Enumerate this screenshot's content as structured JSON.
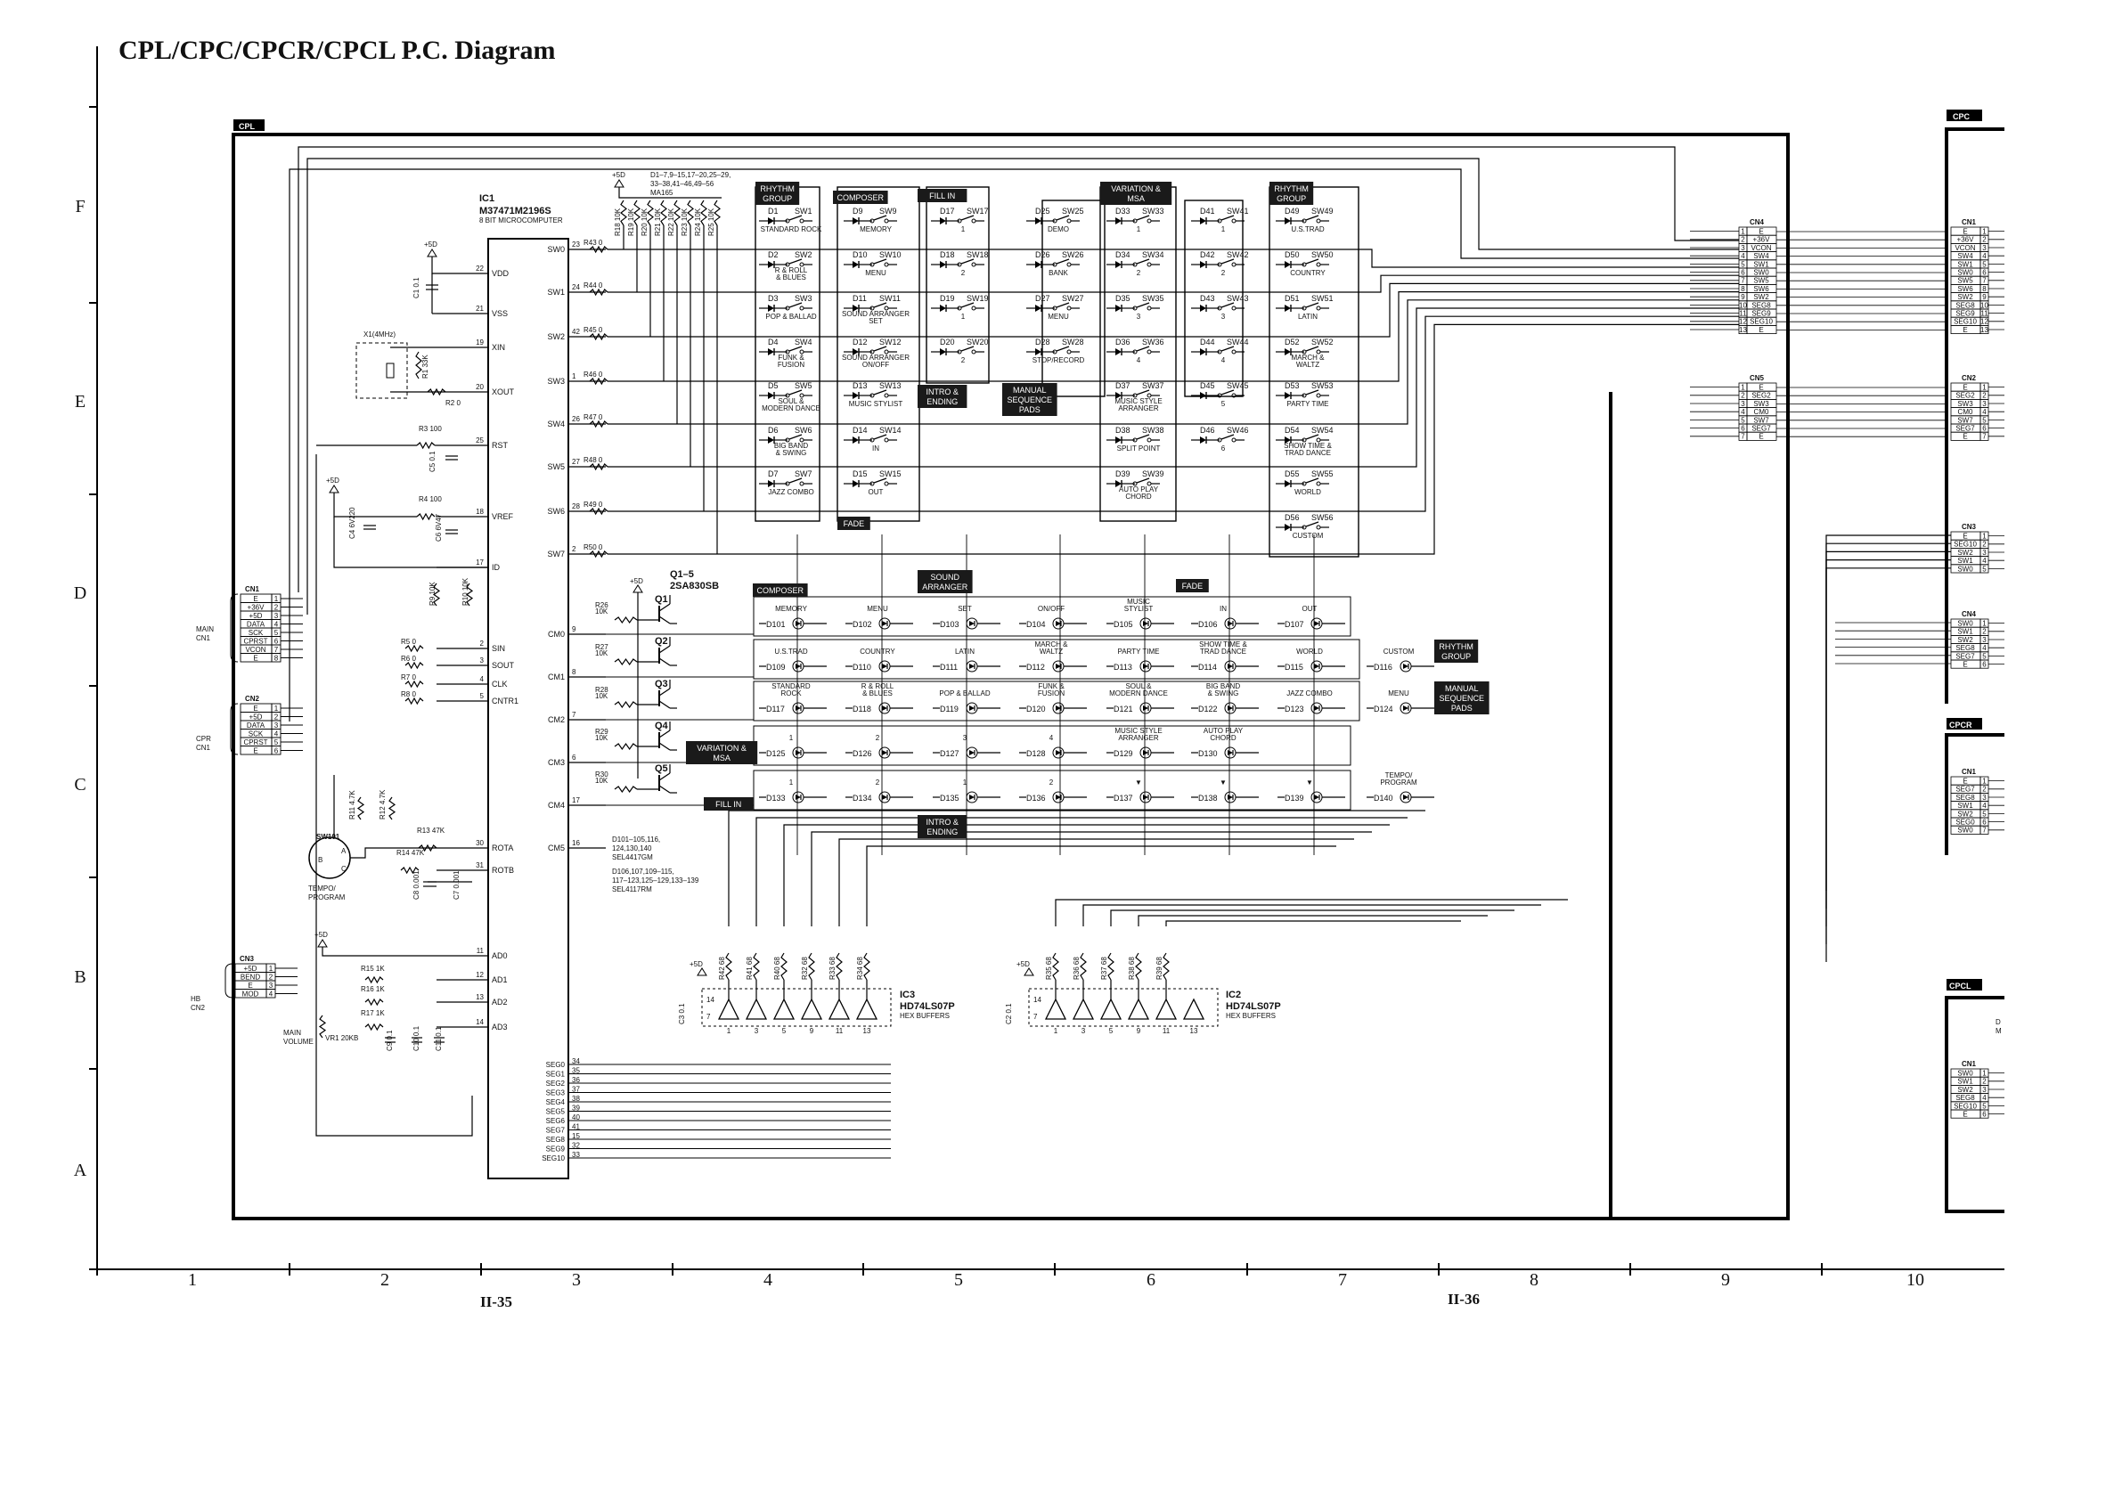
{
  "title": "CPL/CPC/CPCR/CPCL P.C. Diagram",
  "page_numbers": {
    "left": "II-35",
    "right": "II-36"
  },
  "row_labels": [
    "F",
    "E",
    "D",
    "C",
    "B",
    "A"
  ],
  "col_labels": [
    "1",
    "2",
    "3",
    "4",
    "5",
    "6",
    "7",
    "8",
    "9",
    "10"
  ],
  "boards": {
    "cpl": "CPL",
    "cpc": "CPC",
    "cpcr": "CPCR",
    "cpcl": "CPCL"
  },
  "ic1": {
    "ref": "IC1",
    "part": "M37471M2196S",
    "desc": "8 BIT MICROCOMPUTER",
    "pins_left": [
      {
        "pin": "22",
        "name": "VDD"
      },
      {
        "pin": "21",
        "name": "VSS"
      },
      {
        "pin": "19",
        "name": "XIN"
      },
      {
        "pin": "20",
        "name": "XOUT"
      },
      {
        "pin": "25",
        "name": "RST"
      },
      {
        "pin": "18",
        "name": "VREF"
      },
      {
        "pin": "17",
        "name": "ID"
      },
      {
        "pin": "2",
        "name": "SIN"
      },
      {
        "pin": "3",
        "name": "SOUT"
      },
      {
        "pin": "4",
        "name": "CLK"
      },
      {
        "pin": "5",
        "name": "CNTR1"
      },
      {
        "pin": "30",
        "name": "ROTA"
      },
      {
        "pin": "31",
        "name": "ROTB"
      },
      {
        "pin": "11",
        "name": "AD0"
      },
      {
        "pin": "12",
        "name": "AD1"
      },
      {
        "pin": "13",
        "name": "AD2"
      },
      {
        "pin": "14",
        "name": "AD3"
      }
    ],
    "pins_right": [
      {
        "pin": "23",
        "name": "SW0"
      },
      {
        "pin": "24",
        "name": "SW1"
      },
      {
        "pin": "42",
        "name": "SW2"
      },
      {
        "pin": "1",
        "name": "SW3"
      },
      {
        "pin": "26",
        "name": "SW4"
      },
      {
        "pin": "27",
        "name": "SW5"
      },
      {
        "pin": "28",
        "name": "SW6"
      },
      {
        "pin": "2",
        "name": "SW7"
      },
      {
        "pin": "9",
        "name": "CM0"
      },
      {
        "pin": "8",
        "name": "CM1"
      },
      {
        "pin": "7",
        "name": "CM2"
      },
      {
        "pin": "6",
        "name": "CM3"
      },
      {
        "pin": "17",
        "name": "CM4"
      },
      {
        "pin": "16",
        "name": "CM5"
      }
    ],
    "seg_pins": [
      {
        "pin": "34",
        "name": "SEG0"
      },
      {
        "pin": "35",
        "name": "SEG1"
      },
      {
        "pin": "36",
        "name": "SEG2"
      },
      {
        "pin": "37",
        "name": "SEG3"
      },
      {
        "pin": "38",
        "name": "SEG4"
      },
      {
        "pin": "39",
        "name": "SEG5"
      },
      {
        "pin": "40",
        "name": "SEG6"
      },
      {
        "pin": "41",
        "name": "SEG7"
      },
      {
        "pin": "15",
        "name": "SEG8"
      },
      {
        "pin": "32",
        "name": "SEG9"
      },
      {
        "pin": "33",
        "name": "SEG10"
      }
    ]
  },
  "sw_resistors": [
    {
      "ref": "R43",
      "val": "0"
    },
    {
      "ref": "R44",
      "val": "0"
    },
    {
      "ref": "R45",
      "val": "0"
    },
    {
      "ref": "R46",
      "val": "0"
    },
    {
      "ref": "R47",
      "val": "0"
    },
    {
      "ref": "R48",
      "val": "0"
    },
    {
      "ref": "R49",
      "val": "0"
    },
    {
      "ref": "R50",
      "val": "0"
    }
  ],
  "pullups": {
    "supply": "+5D",
    "note": "D1–7,9–15,17–20,25–29, 33–38,41–46,49–56 MA165",
    "list": [
      {
        "ref": "R18",
        "val": "10K"
      },
      {
        "ref": "R19",
        "val": "10K"
      },
      {
        "ref": "R20",
        "val": "10K"
      },
      {
        "ref": "R21",
        "val": "10K"
      },
      {
        "ref": "R22",
        "val": "10K"
      },
      {
        "ref": "R23",
        "val": "10K"
      },
      {
        "ref": "R24",
        "val": "10K"
      },
      {
        "ref": "R25",
        "val": "10K"
      }
    ]
  },
  "left_parts": [
    {
      "ref": "C1",
      "val": "0.1"
    },
    {
      "ref": "X1(4MHz)",
      "val": ""
    },
    {
      "ref": "R1",
      "val": "33K"
    },
    {
      "ref": "R2",
      "val": "0"
    },
    {
      "ref": "R3",
      "val": "100"
    },
    {
      "ref": "C5",
      "val": "0.1"
    },
    {
      "ref": "C4",
      "val": "6V220"
    },
    {
      "ref": "R4",
      "val": "100"
    },
    {
      "ref": "C6",
      "val": "6V47"
    },
    {
      "ref": "R9",
      "val": "10K"
    },
    {
      "ref": "R10",
      "val": "10K"
    },
    {
      "ref": "R5",
      "val": "0"
    },
    {
      "ref": "R6",
      "val": "0"
    },
    {
      "ref": "R7",
      "val": "0"
    },
    {
      "ref": "R8",
      "val": "0"
    },
    {
      "ref": "R11",
      "val": "4.7K"
    },
    {
      "ref": "R12",
      "val": "4.7K"
    },
    {
      "ref": "R13",
      "val": "47K"
    },
    {
      "ref": "R14",
      "val": "47K"
    },
    {
      "ref": "C8",
      "val": "0.001"
    },
    {
      "ref": "C7",
      "val": "0.001"
    },
    {
      "ref": "R15",
      "val": "1K"
    },
    {
      "ref": "R16",
      "val": "1K"
    },
    {
      "ref": "R17",
      "val": "1K"
    },
    {
      "ref": "VR1",
      "val": "20KB"
    },
    {
      "ref": "C9",
      "val": "0.1"
    },
    {
      "ref": "C10",
      "val": "0.1"
    },
    {
      "ref": "C11",
      "val": "0.1"
    }
  ],
  "sw101": {
    "ref": "SW101",
    "label": "TEMPO/ PROGRAM",
    "pins": [
      "A",
      "B",
      "C"
    ]
  },
  "vr1": {
    "label": "MAIN VOLUME"
  },
  "plus5d": "+5D",
  "connectors_left": [
    {
      "ref": "CN1",
      "name": "MAIN CN1",
      "pins": [
        "E",
        "+36V",
        "+5D",
        "DATA",
        "SCK",
        "CPRST",
        "VCON",
        "E"
      ]
    },
    {
      "ref": "CN2",
      "name": "CPR CN1",
      "pins": [
        "E",
        "+5D",
        "DATA",
        "SCK",
        "CPRST",
        "E"
      ]
    },
    {
      "ref": "CN3",
      "name": "HB CN2",
      "pins": [
        "+5D",
        "BEND",
        "E",
        "MOD"
      ]
    }
  ],
  "transistors": {
    "label": "Q1–5",
    "part": "2SA830SB",
    "supply": "+5D",
    "names": [
      "Q1",
      "Q2",
      "Q3",
      "Q4",
      "Q5"
    ],
    "res": [
      {
        "ref": "R26",
        "val": "10K"
      },
      {
        "ref": "R27",
        "val": "10K"
      },
      {
        "ref": "R28",
        "val": "10K"
      },
      {
        "ref": "R29",
        "val": "10K"
      },
      {
        "ref": "R30",
        "val": "10K"
      }
    ]
  },
  "group_tags": [
    "RHYTHM GROUP",
    "COMPOSER",
    "FILL IN",
    "VARIATION & MSA",
    "RHYTHM GROUP",
    "INTRO & ENDING",
    "MANUAL SEQUENCE PADS",
    "FADE",
    "COMPOSER",
    "SOUND ARRANGER",
    "FADE",
    "VARIATION & MSA",
    "FILL IN",
    "INTRO & ENDING",
    "RHYTHM GROUP",
    "MANUAL SEQUENCE PADS"
  ],
  "switches": [
    {
      "d": "D1",
      "sw": "SW1",
      "l": "STANDARD ROCK"
    },
    {
      "d": "D2",
      "sw": "SW2",
      "l": "R & ROLL & BLUES"
    },
    {
      "d": "D3",
      "sw": "SW3",
      "l": "POP & BALLAD"
    },
    {
      "d": "D4",
      "sw": "SW4",
      "l": "FUNK & FUSION"
    },
    {
      "d": "D5",
      "sw": "SW5",
      "l": "SOUL & MODERN DANCE"
    },
    {
      "d": "D6",
      "sw": "SW6",
      "l": "BIG BAND & SWING"
    },
    {
      "d": "D7",
      "sw": "SW7",
      "l": "JAZZ COMBO"
    },
    {
      "d": "D9",
      "sw": "SW9",
      "l": "MEMORY"
    },
    {
      "d": "D10",
      "sw": "SW10",
      "l": "MENU"
    },
    {
      "d": "D11",
      "sw": "SW11",
      "l": "SOUND ARRANGER SET"
    },
    {
      "d": "D12",
      "sw": "SW12",
      "l": "SOUND ARRANGER ON/OFF"
    },
    {
      "d": "D13",
      "sw": "SW13",
      "l": "MUSIC STYLIST"
    },
    {
      "d": "D14",
      "sw": "SW14",
      "l": "IN"
    },
    {
      "d": "D15",
      "sw": "SW15",
      "l": "OUT"
    },
    {
      "d": "D17",
      "sw": "SW17",
      "l": "1"
    },
    {
      "d": "D18",
      "sw": "SW18",
      "l": "2"
    },
    {
      "d": "D19",
      "sw": "SW19",
      "l": "1"
    },
    {
      "d": "D20",
      "sw": "SW20",
      "l": "2"
    },
    {
      "d": "D25",
      "sw": "SW25",
      "l": "DEMO"
    },
    {
      "d": "D26",
      "sw": "SW26",
      "l": "BANK"
    },
    {
      "d": "D27",
      "sw": "SW27",
      "l": "MENU"
    },
    {
      "d": "D28",
      "sw": "SW28",
      "l": "STOP/RECORD"
    },
    {
      "d": "D33",
      "sw": "SW33",
      "l": "1"
    },
    {
      "d": "D34",
      "sw": "SW34",
      "l": "2"
    },
    {
      "d": "D35",
      "sw": "SW35",
      "l": "3"
    },
    {
      "d": "D36",
      "sw": "SW36",
      "l": "4"
    },
    {
      "d": "D37",
      "sw": "SW37",
      "l": "MUSIC STYLE ARRANGER"
    },
    {
      "d": "D38",
      "sw": "SW38",
      "l": "SPLIT POINT"
    },
    {
      "d": "D39",
      "sw": "SW39",
      "l": "AUTO PLAY CHORD"
    },
    {
      "d": "D41",
      "sw": "SW41",
      "l": "1"
    },
    {
      "d": "D42",
      "sw": "SW42",
      "l": "2"
    },
    {
      "d": "D43",
      "sw": "SW43",
      "l": "3"
    },
    {
      "d": "D44",
      "sw": "SW44",
      "l": "4"
    },
    {
      "d": "D45",
      "sw": "SW45",
      "l": "5"
    },
    {
      "d": "D46",
      "sw": "SW46",
      "l": "6"
    },
    {
      "d": "D49",
      "sw": "SW49",
      "l": "U.S.TRAD"
    },
    {
      "d": "D50",
      "sw": "SW50",
      "l": "COUNTRY"
    },
    {
      "d": "D51",
      "sw": "SW51",
      "l": "LATIN"
    },
    {
      "d": "D52",
      "sw": "SW52",
      "l": "MARCH & WALTZ"
    },
    {
      "d": "D53",
      "sw": "SW53",
      "l": "PARTY TIME"
    },
    {
      "d": "D54",
      "sw": "SW54",
      "l": "SHOW TIME & TRAD DANCE"
    },
    {
      "d": "D55",
      "sw": "SW55",
      "l": "WORLD"
    },
    {
      "d": "D56",
      "sw": "SW56",
      "l": "CUSTOM"
    }
  ],
  "leds": [
    {
      "d": "D101",
      "l": "MEMORY"
    },
    {
      "d": "D102",
      "l": "MENU"
    },
    {
      "d": "D103",
      "l": "SET"
    },
    {
      "d": "D104",
      "l": "ON/OFF"
    },
    {
      "d": "D105",
      "l": "MUSIC STYLIST"
    },
    {
      "d": "D106",
      "l": "IN"
    },
    {
      "d": "D107",
      "l": "OUT"
    },
    {
      "d": "D109",
      "l": "U.S.TRAD"
    },
    {
      "d": "D110",
      "l": "COUNTRY"
    },
    {
      "d": "D111",
      "l": "LATIN"
    },
    {
      "d": "D112",
      "l": "MARCH & WALTZ"
    },
    {
      "d": "D113",
      "l": "PARTY TIME"
    },
    {
      "d": "D114",
      "l": "SHOW TIME & TRAD DANCE"
    },
    {
      "d": "D115",
      "l": "WORLD"
    },
    {
      "d": "D116",
      "l": "CUSTOM"
    },
    {
      "d": "D117",
      "l": "STANDARD ROCK"
    },
    {
      "d": "D118",
      "l": "R & ROLL & BLUES"
    },
    {
      "d": "D119",
      "l": "POP & BALLAD"
    },
    {
      "d": "D120",
      "l": "FUNK & FUSION"
    },
    {
      "d": "D121",
      "l": "SOUL & MODERN DANCE"
    },
    {
      "d": "D122",
      "l": "BIG BAND & SWING"
    },
    {
      "d": "D123",
      "l": "JAZZ COMBO"
    },
    {
      "d": "D124",
      "l": "MENU"
    },
    {
      "d": "D125",
      "l": "1"
    },
    {
      "d": "D126",
      "l": "2"
    },
    {
      "d": "D127",
      "l": "3"
    },
    {
      "d": "D128",
      "l": "4"
    },
    {
      "d": "D129",
      "l": "MUSIC STYLE ARRANGER"
    },
    {
      "d": "D130",
      "l": "AUTO PLAY CHORD"
    },
    {
      "d": "D133",
      "l": "1"
    },
    {
      "d": "D134",
      "l": "2"
    },
    {
      "d": "D135",
      "l": "1"
    },
    {
      "d": "D136",
      "l": "2"
    },
    {
      "d": "D137",
      "l": "▼"
    },
    {
      "d": "D138",
      "l": "▼"
    },
    {
      "d": "D139",
      "l": "▼"
    },
    {
      "d": "D140",
      "l": "TEMPO/ PROGRAM"
    }
  ],
  "led_note": [
    "D101–105,116,",
    "124,130,140",
    "SEL4417GM",
    "D106,107,109–115,",
    "117–123,125–129,133–139",
    "SEL4117RM"
  ],
  "ic3": {
    "ref": "IC3",
    "part": "HD74LS07P",
    "desc": "HEX BUFFERS",
    "cap": "C3 0.1",
    "res": [
      {
        "ref": "R42",
        "val": "68"
      },
      {
        "ref": "R41",
        "val": "68"
      },
      {
        "ref": "R40",
        "val": "68"
      },
      {
        "ref": "R32",
        "val": "68"
      },
      {
        "ref": "R33",
        "val": "68"
      },
      {
        "ref": "R34",
        "val": "68"
      }
    ]
  },
  "ic2": {
    "ref": "IC2",
    "part": "HD74LS07P",
    "desc": "HEX BUFFERS",
    "cap": "C2 0.1",
    "res": [
      {
        "ref": "R35",
        "val": "68"
      },
      {
        "ref": "R36",
        "val": "68"
      },
      {
        "ref": "R37",
        "val": "68"
      },
      {
        "ref": "R38",
        "val": "68"
      },
      {
        "ref": "R39",
        "val": "68"
      }
    ]
  },
  "buffer_pins": {
    "vcc": "14",
    "gnd": "7",
    "in": [
      "1",
      "3",
      "5",
      "9",
      "11",
      "13"
    ]
  },
  "cpl_connectors": [
    {
      "ref": "CN4",
      "pins": [
        "E",
        "+36V",
        "VCON",
        "SW4",
        "SW1",
        "SW0",
        "SW5",
        "SW6",
        "SW2",
        "SEG8",
        "SEG9",
        "SEG10",
        "E"
      ]
    },
    {
      "ref": "CN5",
      "pins": [
        "E",
        "SEG2",
        "SW3",
        "CM0",
        "SW7",
        "SEG7",
        "E"
      ]
    }
  ],
  "cpc_connectors": [
    {
      "ref": "CN1",
      "pins": [
        "E",
        "+36V",
        "VCON",
        "SW4",
        "SW1",
        "SW0",
        "SW5",
        "SW6",
        "SW2",
        "SEG8",
        "SEG9",
        "SEG10",
        "E"
      ]
    },
    {
      "ref": "CN2",
      "pins": [
        "E",
        "SEG2",
        "SW3",
        "CM0",
        "SW7",
        "SEG7",
        "E"
      ]
    },
    {
      "ref": "CN3",
      "pins": [
        "E",
        "SEG10",
        "SW2",
        "SW1",
        "SW0"
      ]
    },
    {
      "ref": "CN4",
      "pins": [
        "SW0",
        "SW1",
        "SW2",
        "SEG8",
        "SEG7",
        "E"
      ]
    }
  ],
  "cpcr_connector": {
    "ref": "CN1",
    "pins": [
      "E",
      "SEG7",
      "SEG8",
      "SW1",
      "SW2",
      "SEG0",
      "SW0"
    ]
  },
  "cpcl_connector": {
    "ref": "CN1",
    "pins": [
      "SW0",
      "SW1",
      "SW2",
      "SEG8",
      "SEG10",
      "E"
    ]
  },
  "cpcl_partial": [
    "D",
    "M"
  ]
}
